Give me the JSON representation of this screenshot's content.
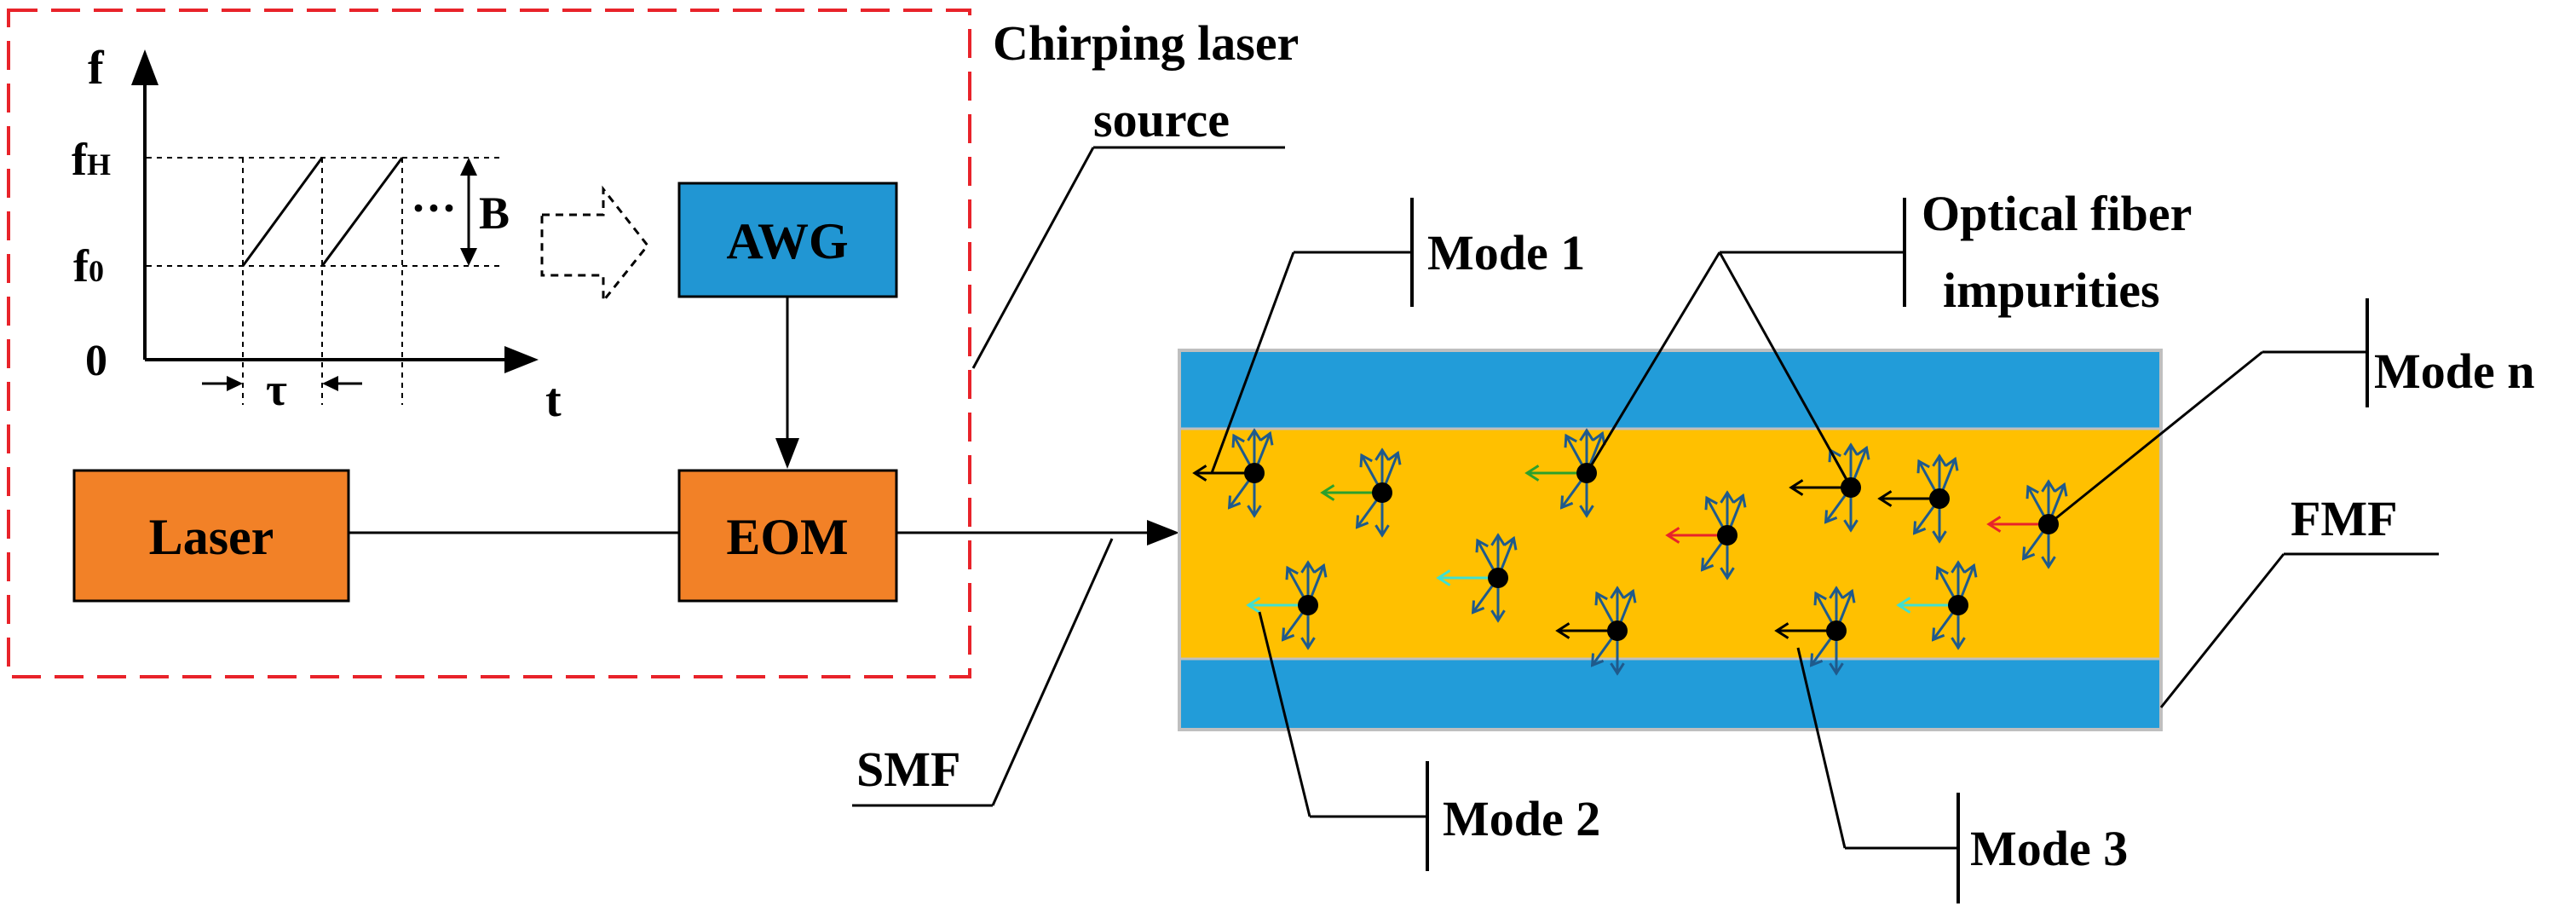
{
  "labels": {
    "chirp_title_line1": "Chirping laser",
    "chirp_title_line2": "source",
    "awg": "AWG",
    "laser": "Laser",
    "eom": "EOM",
    "smf": "SMF",
    "fmf": "FMF",
    "mode1": "Mode 1",
    "mode2": "Mode 2",
    "mode3": "Mode 3",
    "moden": "Mode n",
    "impurities_line1": "Optical fiber",
    "impurities_line2": "impurities"
  },
  "plot": {
    "y_axis": "f",
    "x_axis": "t",
    "f_high": "f",
    "f_high_sub": "H",
    "f_zero": "f",
    "f_zero_sub": "0",
    "origin": "0",
    "bandwidth": "B",
    "period": "τ",
    "ellipsis": "···"
  },
  "colors": {
    "dashed_frame": "#e8232a",
    "awg_fill": "#2196d3",
    "laser_fill": "#f28127",
    "eom_fill": "#f28127",
    "cladding": "#229cd9",
    "core": "#ffc000",
    "fiber_border": "#bfbfbf",
    "polarization_arrows": "#1f5a8c",
    "mode_arrow_black": "#000000",
    "mode_arrow_green": "#2ca02c",
    "mode_arrow_cyan": "#40e0d0",
    "mode_arrow_red": "#e8232a"
  }
}
